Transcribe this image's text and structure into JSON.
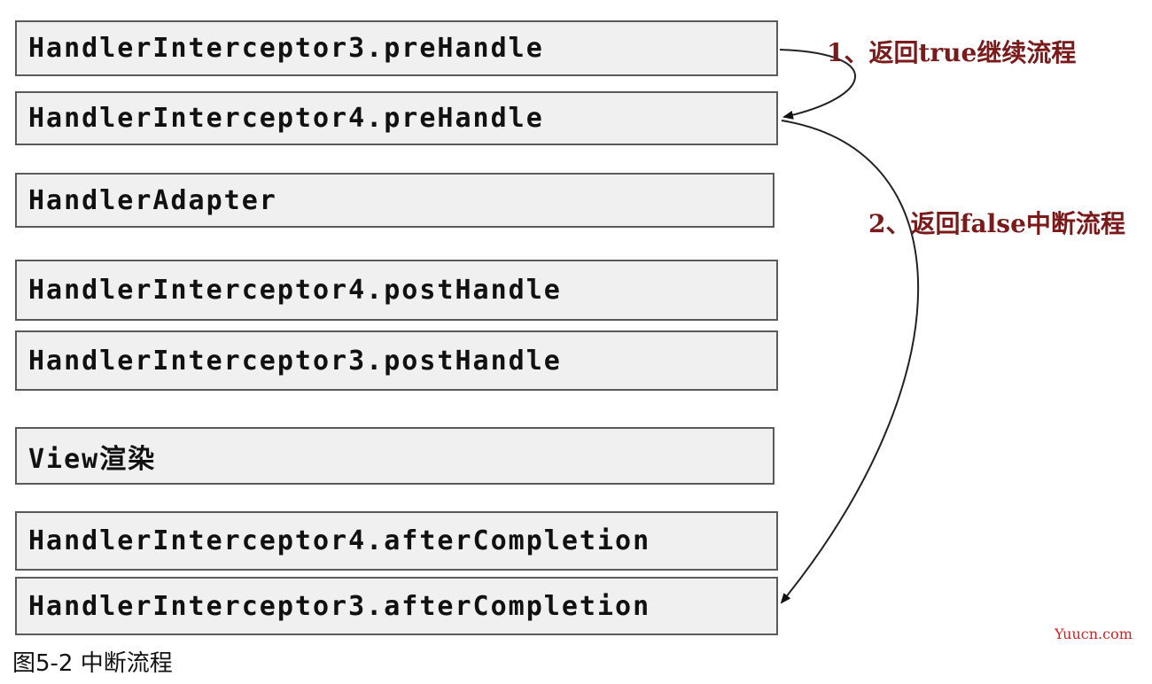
{
  "boxes": [
    {
      "id": "b1",
      "label": "HandlerInterceptor3.preHandle"
    },
    {
      "id": "b2",
      "label": "HandlerInterceptor4.preHandle"
    },
    {
      "id": "b3",
      "label": "HandlerAdapter"
    },
    {
      "id": "b4",
      "label": "HandlerInterceptor4.postHandle"
    },
    {
      "id": "b5",
      "label": "HandlerInterceptor3.postHandle"
    },
    {
      "id": "b6",
      "label": "View渲染"
    },
    {
      "id": "b7",
      "label": "HandlerInterceptor4.afterCompletion"
    },
    {
      "id": "b8",
      "label": "HandlerInterceptor3.afterCompletion"
    }
  ],
  "annotations": {
    "return_true": "1、返回true继续流程",
    "return_false": "2、返回false中断流程"
  },
  "edges": [
    {
      "from": "b1",
      "to": "b2",
      "label_ref": "return_true"
    },
    {
      "from": "b2",
      "to": "b8",
      "label_ref": "return_false"
    }
  ],
  "caption": "图5-2 中断流程",
  "watermark": "Yuucn.com",
  "colors": {
    "box_fill": "#f0f0f0",
    "box_border": "#5a5a5a",
    "annotation": "#7a1a1a",
    "watermark": "#cc2222"
  }
}
